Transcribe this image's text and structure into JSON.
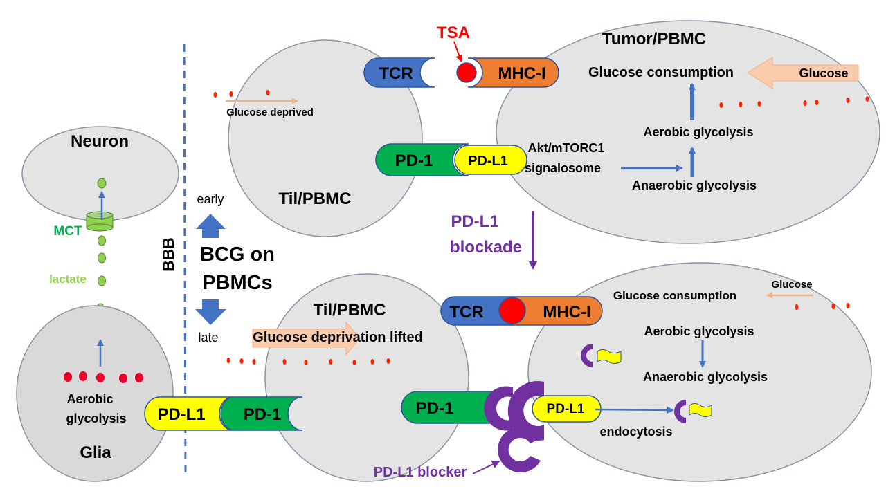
{
  "colors": {
    "cell_fill": "#e4e4e4",
    "cell_stroke": "#8a94a4",
    "tcr": "#4472c4",
    "mhc": "#ed7d31",
    "pd1": "#00b050",
    "pdl1": "#ffff00",
    "antigen": "#ff0000",
    "arrow": "#4472c4",
    "purple": "#7030a0",
    "orange_arrow": "#f4b183",
    "dot_red": "#ff0000",
    "dot_orange": "#ff6600",
    "lactate": "#92d050",
    "mct_green": "#00b050",
    "bbb_line": "#4472c4"
  },
  "left": {
    "neuron_label": "Neuron",
    "mct_label": "MCT",
    "lactate_label": "lactate",
    "glia_label": "Glia",
    "glia_process_line1": "Aerobic",
    "glia_process_line2": "glycolysis",
    "bbb_label": "BBB"
  },
  "bcg": {
    "line1": "BCG on",
    "line2": "PBMCs",
    "early_label": "early",
    "late_label": "late"
  },
  "top": {
    "til_label": "Til/PBMC",
    "tumor_label": "Tumor/PBMC",
    "tsa_label": "TSA",
    "tcr_label": "TCR",
    "mhc_label": "MHC-I",
    "pd1_label": "PD-1",
    "pdl1_label": "PD-L1",
    "glucose_deprived": "Glucose deprived",
    "glucose_label": "Glucose",
    "glucose_consumption": "Glucose consumption",
    "aerobic": "Aerobic glycolysis",
    "anaerobic": "Anaerobic glycolysis",
    "signalosome_line1": "Akt/mTORC1",
    "signalosome_line2": "signalosome"
  },
  "blockade": {
    "line1": "PD-L1",
    "line2": "blockade"
  },
  "bottom": {
    "til_label": "Til/PBMC",
    "deprivation_lifted": "Glucose deprivation lifted",
    "tcr_label": "TCR",
    "mhc_label": "MHC-I",
    "pd1_label": "PD-1",
    "pdl1_label": "PD-L1",
    "glia_pdl1_label": "PD-L1",
    "glia_pd1_label": "PD-1",
    "glucose_label": "Glucose",
    "glucose_consumption": "Glucose  consumption",
    "aerobic": "Aerobic glycolysis",
    "anaerobic": "Anaerobic glycolysis",
    "endocytosis": "endocytosis",
    "blocker_label": "PD-L1 blocker"
  }
}
